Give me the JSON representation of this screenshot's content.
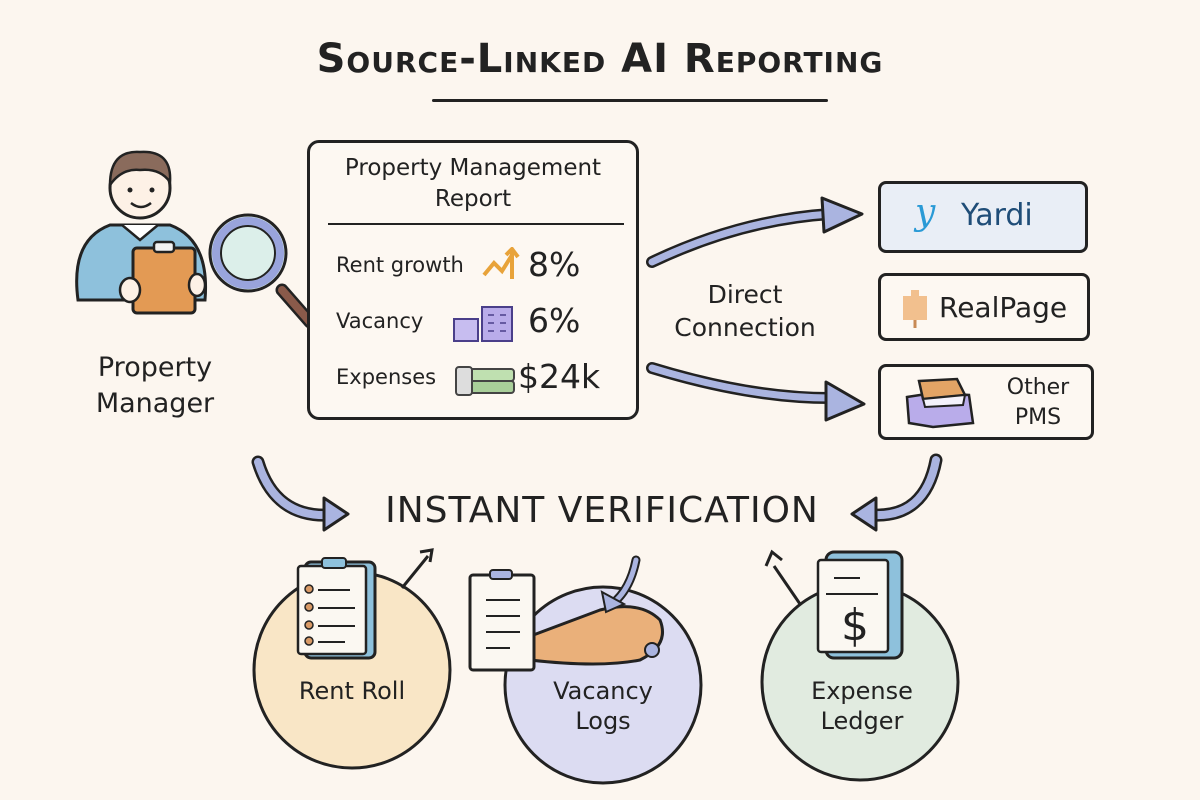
{
  "title": "Source-Linked AI Reporting",
  "actor": {
    "label": "Property Manager",
    "label_line1": "Property",
    "label_line2": "Manager",
    "icons": [
      "person-icon",
      "clipboard-icon",
      "magnifying-glass-icon"
    ]
  },
  "report": {
    "title_line1": "Property Management",
    "title_line2": "Report",
    "metrics": [
      {
        "label": "Rent growth",
        "value": "8%",
        "icon": "trend-up-icon",
        "color": "#e8a33a"
      },
      {
        "label": "Vacancy",
        "value": "6%",
        "icon": "buildings-icon",
        "color": "#9d8fd8"
      },
      {
        "label": "Expenses",
        "value": "$24k",
        "icon": "cash-stack-icon",
        "color": "#a9cf9a"
      }
    ]
  },
  "connection": {
    "label_line1": "Direct",
    "label_line2": "Connection"
  },
  "systems": [
    {
      "name": "Yardi",
      "logo_glyph": "y",
      "color": "#1f4d78",
      "accent": "#2a9ad6"
    },
    {
      "name": "RealPage",
      "icon": "realpage-icon",
      "color": "#f2c08e"
    },
    {
      "name_line1": "Other",
      "name_line2": "PMS",
      "icon": "box-icon",
      "color": "#b9acea"
    }
  ],
  "verification": {
    "label": "INSTANT VERIFICATION",
    "sources": [
      {
        "label_line1": "Rent Roll",
        "label_line2": "",
        "fill": "#f9e6c6",
        "icon": "rent-roll-clipboard-icon"
      },
      {
        "label_line1": "Vacancy",
        "label_line2": "Logs",
        "fill": "#dcdcf2",
        "icon": "vacancy-log-key-icon"
      },
      {
        "label_line1": "Expense",
        "label_line2": "Ledger",
        "fill": "#e1ebe0",
        "icon": "ledger-dollar-icon"
      }
    ]
  },
  "colors": {
    "arrow": "#aab4e0",
    "outline": "#222222",
    "background": "#fcf6ef"
  }
}
